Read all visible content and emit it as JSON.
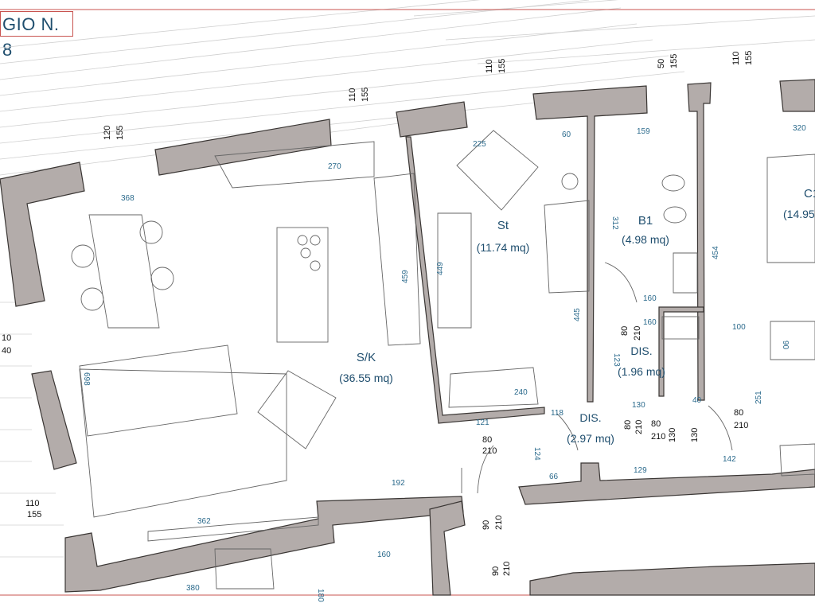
{
  "header": {
    "label": "GIO N. 8"
  },
  "rooms": [
    {
      "id": "sk",
      "name": "S/K",
      "area": "(36.55 mq)"
    },
    {
      "id": "st",
      "name": "St",
      "area": "(11.74 mq)"
    },
    {
      "id": "b1",
      "name": "B1",
      "area": "(4.98 mq)"
    },
    {
      "id": "dis1",
      "name": "DIS.",
      "area": "(1.96 mq)"
    },
    {
      "id": "dis2",
      "name": "DIS.",
      "area": "(2.97 mq)"
    },
    {
      "id": "c1",
      "name": "C1",
      "area": "(14.95"
    }
  ],
  "dimensions_blue": [
    "368",
    "270",
    "449",
    "459",
    "225",
    "60",
    "312",
    "159",
    "445",
    "160",
    "454",
    "320",
    "160",
    "100",
    "698",
    "192",
    "362",
    "121",
    "118",
    "130",
    "240",
    "123",
    "251",
    "124",
    "142",
    "129",
    "66",
    "160",
    "380",
    "180",
    "40",
    "90"
  ],
  "dimensions_black": [
    [
      "120",
      "155"
    ],
    [
      "110",
      "155"
    ],
    [
      "110",
      "155"
    ],
    [
      "50",
      "155"
    ],
    [
      "110",
      "155"
    ],
    [
      "80",
      "210"
    ],
    [
      "80",
      "210"
    ],
    [
      "80",
      "210"
    ],
    [
      "80",
      "210"
    ],
    [
      "80",
      "210"
    ],
    [
      "90",
      "210"
    ],
    [
      "90",
      "210"
    ],
    [
      "110",
      "155"
    ],
    [
      "10",
      "40"
    ],
    [
      "130",
      "130"
    ]
  ],
  "colors": {
    "wall": "#b3acaa",
    "wall_stroke": "#3a3634",
    "line": "#555",
    "text": "#1f4e6e",
    "dim": "#2b6a8c",
    "border": "#c8534f"
  }
}
